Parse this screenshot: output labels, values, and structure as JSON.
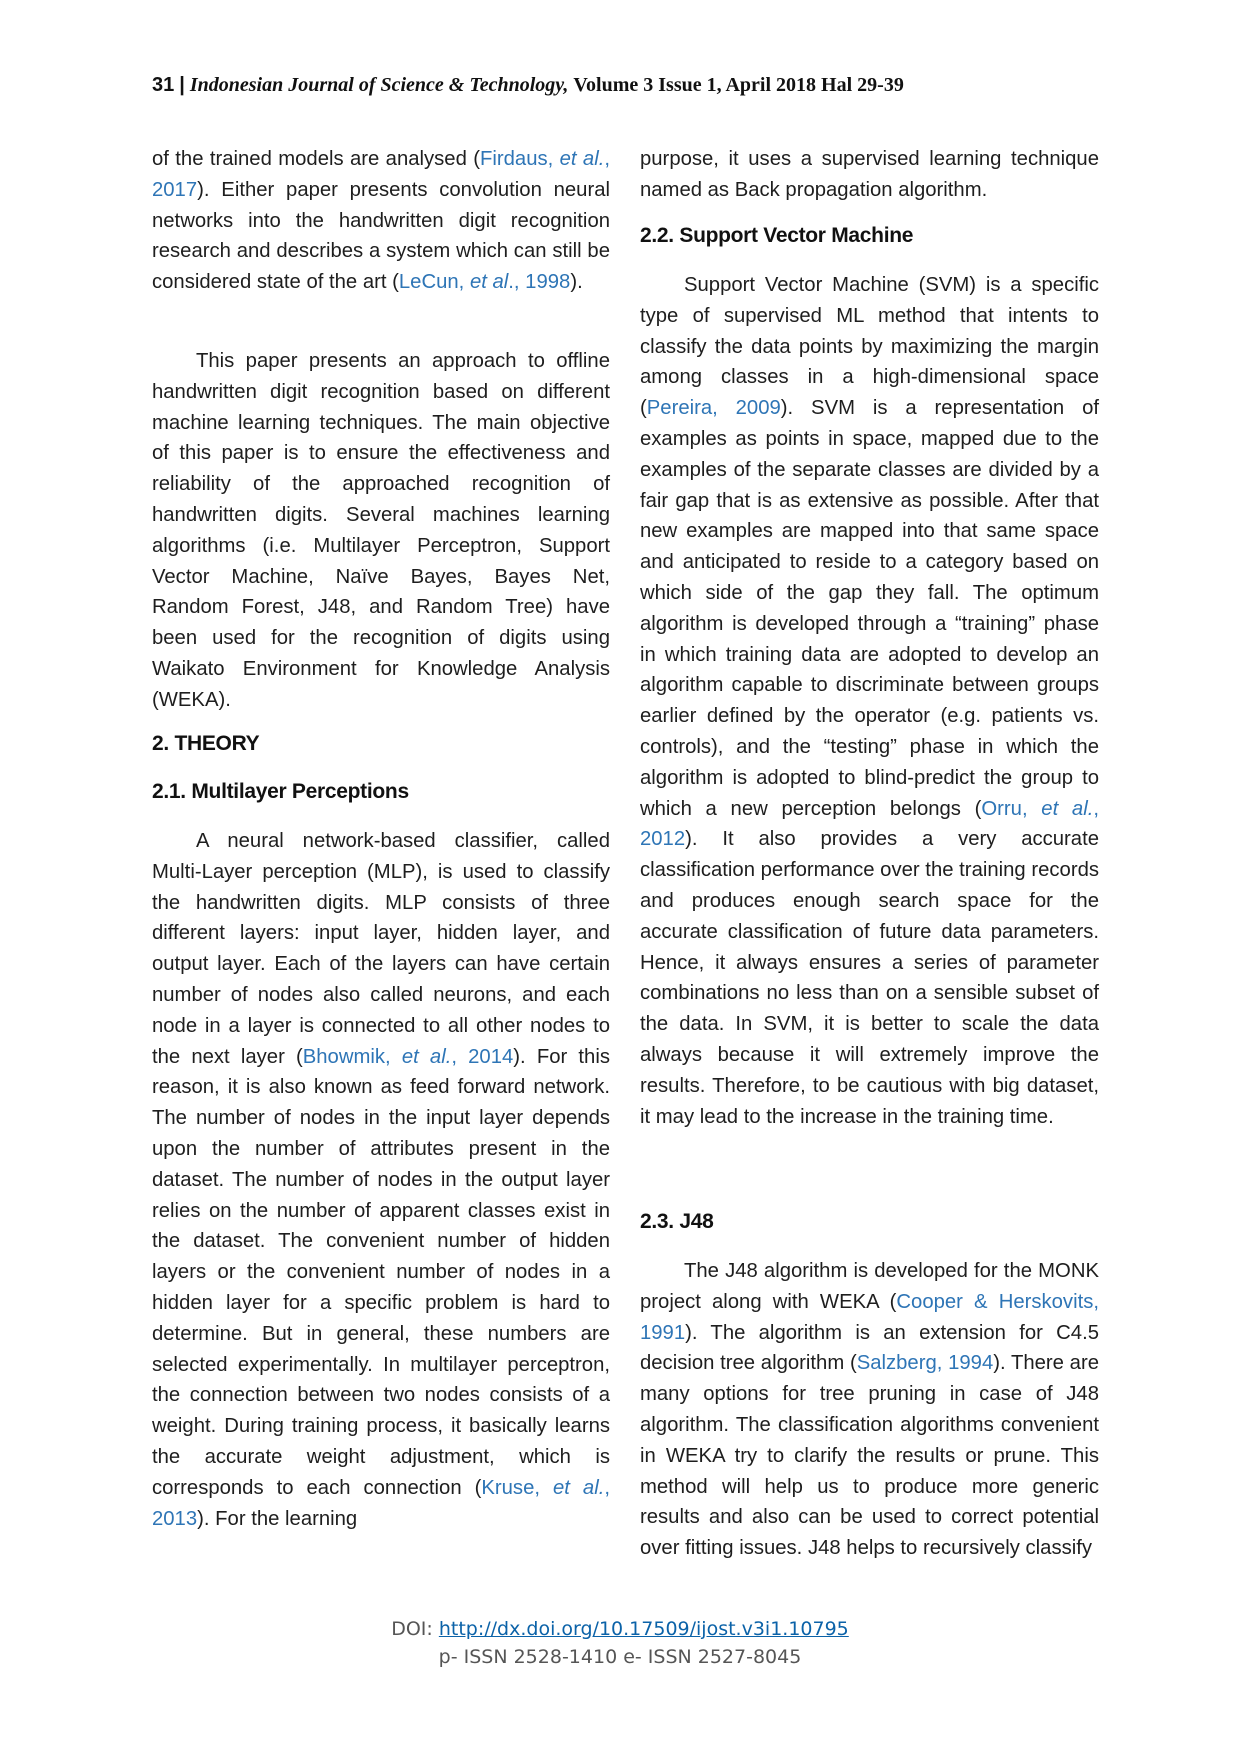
{
  "header": {
    "page_number": "31",
    "separator": "|",
    "journal": "Indonesian Journal of Science & Technology,",
    "volume": "Volume 3 Issue 1, April 2018 Hal 29-39"
  },
  "left_column": {
    "p1": [
      {
        "t": "of the trained models are analysed ("
      },
      {
        "t": "Firdaus, ",
        "link": true
      },
      {
        "t": "et al.",
        "link": true,
        "italic": true
      },
      {
        "t": ", 2017",
        "link": true
      },
      {
        "t": "). Either paper presents convolution neural networks into the handwritten digit recognition research and describes a system which can still be considered state of the art ("
      },
      {
        "t": "LeCun, ",
        "link": true
      },
      {
        "t": "et al",
        "link": true,
        "italic": true
      },
      {
        "t": "., 1998",
        "link": true
      },
      {
        "t": ")."
      }
    ],
    "p2": [
      {
        "t": "This paper presents an approach to offline handwritten digit recognition based on different machine learning techniques. The main objective of this paper is to ensure the effectiveness and reliability of the approached recognition of handwritten digits. Several machines learning algorithms (i.e. Multilayer Perceptron, Support Vector Machine, Naïve Bayes, Bayes Net, Random Forest, J48, and Random Tree) have been used for the recognition of digits using Waikato Environment for Knowledge Analysis (WEKA)."
      }
    ],
    "heading_theory": "2. THEORY",
    "heading_mlp": "2.1. Multilayer Perceptions",
    "p3": [
      {
        "t": "A neural network-based classifier, called Multi-Layer perception (MLP), is used to classify the handwritten digits. MLP consists of three different layers: input layer, hidden layer, and output layer. Each of the layers can have certain number of nodes also called neurons, and each node in a layer is connected to all other nodes to the next layer ("
      },
      {
        "t": "Bhowmik, ",
        "link": true
      },
      {
        "t": "et al.",
        "link": true,
        "italic": true
      },
      {
        "t": ", 2014",
        "link": true
      },
      {
        "t": "). For this reason, it is also known as feed forward network. The number of nodes in the input layer depends upon the number of attributes present in the dataset. The number of nodes in the output layer relies on the number of apparent classes exist in the dataset. The convenient number of hidden layers or the convenient number of nodes in a hidden layer for a specific problem is hard to determine. But in general, these numbers are selected experimentally. In multilayer perceptron, the connection between two nodes consists of a weight. During training process, it basically learns the accurate weight adjustment, which is corresponds to each connection ("
      },
      {
        "t": "Kruse, ",
        "link": true
      },
      {
        "t": "et al.",
        "link": true,
        "italic": true
      },
      {
        "t": ", 2013",
        "link": true
      },
      {
        "t": "). For the learning"
      }
    ]
  },
  "right_column": {
    "p1": [
      {
        "t": "purpose, it uses a supervised learning technique named as Back propagation algorithm."
      }
    ],
    "heading_svm": "2.2. Support Vector Machine",
    "p2": [
      {
        "t": "Support Vector Machine (SVM) is a specific type of supervised ML method that intents to classify the data points by maximizing the margin among classes in a high-dimensional space ("
      },
      {
        "t": "Pereira, 2009",
        "link": true
      },
      {
        "t": "). SVM is a representation of examples as points in space, mapped due to the examples of the separate classes are divided by a fair gap that is as extensive as possible. After that new examples are mapped into that same space and anticipated to reside to a category based on which side of the gap they fall. The optimum algorithm is developed through a “training” phase in which training data are adopted to develop an algorithm capable to discriminate between groups earlier defined by the operator (e.g. patients vs. controls), and the “testing” phase in which the algorithm is adopted to blind-predict the group to which a new perception belongs ("
      },
      {
        "t": "Orru, ",
        "link": true
      },
      {
        "t": "et al.",
        "link": true,
        "italic": true
      },
      {
        "t": ", 2012",
        "link": true
      },
      {
        "t": "). It also provides a very accurate classification performance over the training records and produces enough search space for the accurate classification of future data parameters. Hence, it always ensures a series of parameter combinations no less than on a sensible subset of the data. In SVM, it is better to scale the data always because it will extremely improve the results. Therefore, to be cautious with big dataset, it may lead to the increase in the training time."
      }
    ],
    "heading_j48": "2.3. J48",
    "p3": [
      {
        "t": "The J48 algorithm is developed for the MONK project along with WEKA ("
      },
      {
        "t": "Cooper & Herskovits, 1991",
        "link": true
      },
      {
        "t": "). The algorithm is an extension for C4.5 decision tree algorithm ("
      },
      {
        "t": "Salzberg, 1994",
        "link": true
      },
      {
        "t": "). There are many options for tree pruning in case of J48 algorithm. The classification algorithms convenient in WEKA try to clarify the results or prune. This method will help us to produce more generic results and also can be used to correct potential over fitting issues. J48 helps to recursively classify"
      }
    ]
  },
  "footer": {
    "doi_label": "DOI:",
    "doi_link": "http://dx.doi.org/10.17509/ijost.v3i1.10795",
    "issn": "p- ISSN 2528-1410 e- ISSN 2527-8045"
  },
  "colors": {
    "link": "#2e75b6",
    "doi_link": "#0b62a8",
    "text": "#1e1e1e"
  }
}
